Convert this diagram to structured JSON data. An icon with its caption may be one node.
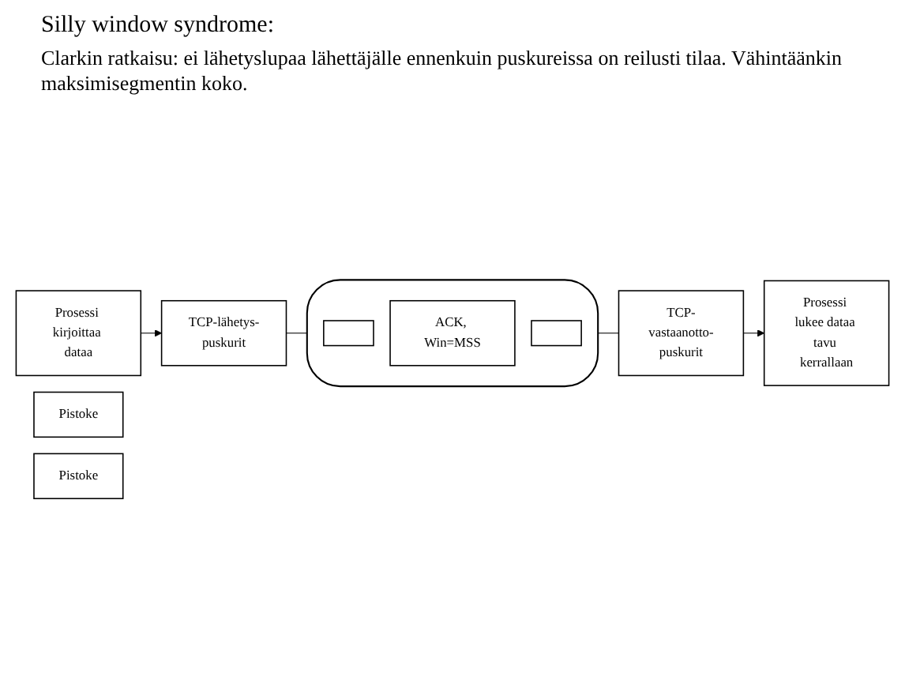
{
  "diagram": {
    "title": "Silly window syndrome:",
    "nodes": [
      {
        "text": [
          "Prosessi kirjoittaa dataa"
        ]
      },
      {
        "text": [
          "Pistoke"
        ]
      },
      {
        "text": [
          "TCP-lähetys-puskurit"
        ]
      },
      {
        "text": [],
        "shape": "cloud"
      },
      {
        "text": [],
        "shape": "box",
        "in": 3
      },
      {
        "text": [
          "ACK, Win=MSS"
        ],
        "in": 3
      },
      {
        "text": [],
        "shape": "box",
        "in": 3
      },
      {
        "text": [
          "Prosessi lukee dataa tavu kerrallaan"
        ]
      },
      {
        "text": [
          "Pistoke"
        ]
      },
      {
        "text": [
          "TCP-vastaanotto-puskurit"
        ]
      }
    ],
    "edges": [
      {
        "from": 0,
        "to": 2,
        "arrow": "to"
      },
      {
        "from": 2,
        "to": 3,
        "arrow": "none"
      },
      {
        "from": 3,
        "to": 9,
        "arrow": "none"
      },
      {
        "from": 9,
        "to": 7,
        "arrow": "to"
      }
    ],
    "labels": [
      "Clarkin ratkaisu: ei lähetyslupaa lähettäjälle ennenkuin puskureissa on reilusti tilaa. Vähintäänkin maksimisegmentin koko."
    ]
  }
}
